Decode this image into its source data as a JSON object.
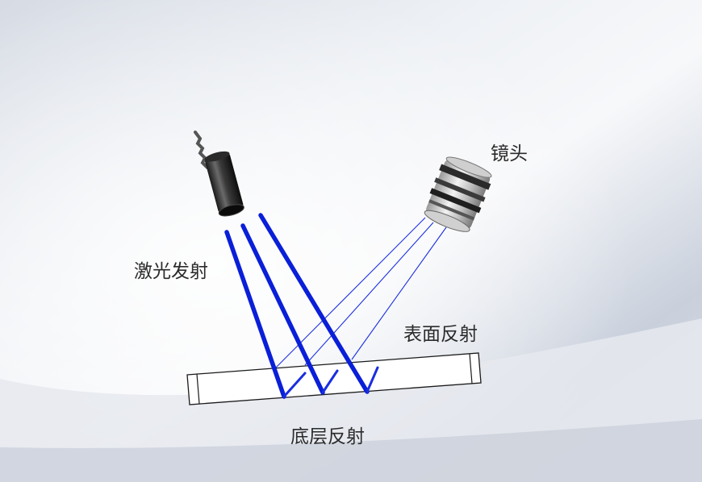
{
  "labels": {
    "lens": "镜头",
    "laser": "激光发射",
    "surface_reflection": "表面反射",
    "bottom_reflection": "底层反射"
  },
  "colors": {
    "beam": "#0a1fd8",
    "reflection": "#1a2ee0",
    "plate_fill": "#ffffff",
    "plate_stroke": "#1a1a1a"
  },
  "icons": {
    "laser": "laser-emitter-icon",
    "lens": "camera-lens-icon"
  }
}
